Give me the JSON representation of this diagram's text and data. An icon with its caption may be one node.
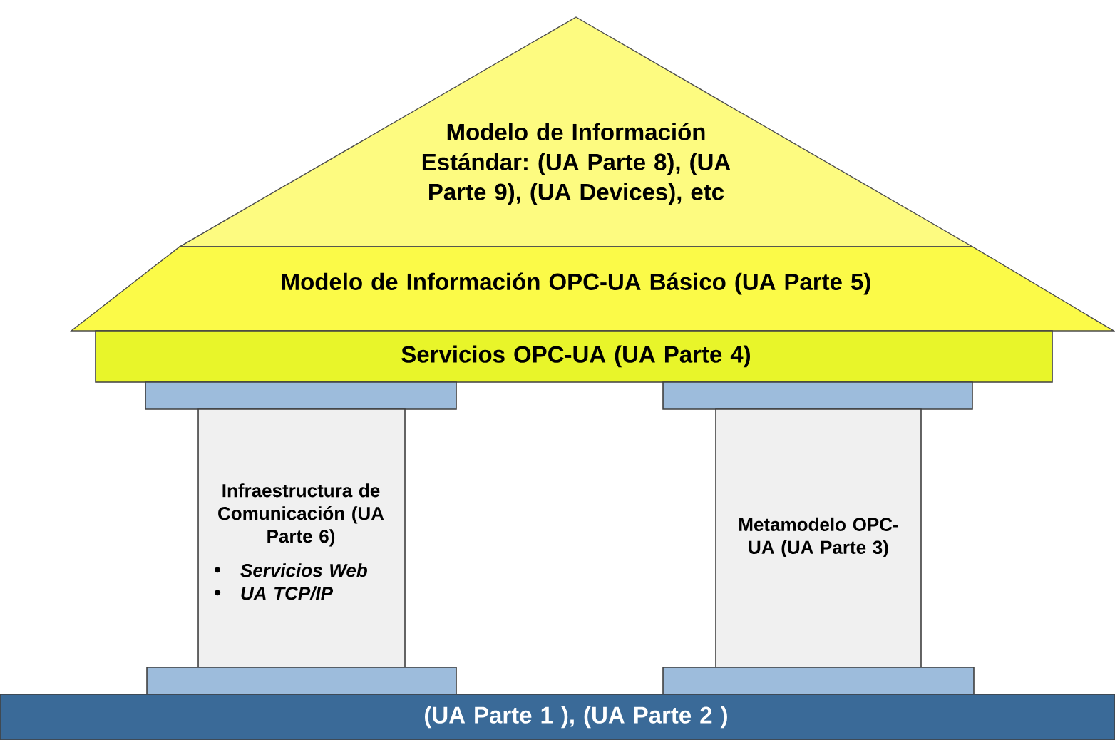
{
  "diagram": {
    "nodes": [
      {
        "text": [
          "Modelo de Información Estándar: (UA Parte 8), (UA Parte 9), (UA Devices), etc"
        ]
      },
      {
        "text": [
          "Modelo de Información OPC-UA Básico (UA Parte 5)"
        ]
      },
      {
        "text": [
          "Servicios OPC-UA (UA Parte 4)"
        ]
      },
      {
        "text": [],
        "shape": "bar"
      },
      {
        "text": [],
        "shape": "bar"
      },
      {
        "text": [
          "Infraestructura de Comunicación (UA Parte 6)",
          "Servicios Web",
          "UA TCP/IP"
        ]
      },
      {
        "text": [
          "Metamodelo OPC-UA (UA Parte 3)"
        ]
      },
      {
        "text": [],
        "shape": "bar"
      },
      {
        "text": [],
        "shape": "bar"
      },
      {
        "text": [
          "(UA Parte 1 ), (UA Parte 2 )"
        ]
      }
    ],
    "edges": []
  }
}
